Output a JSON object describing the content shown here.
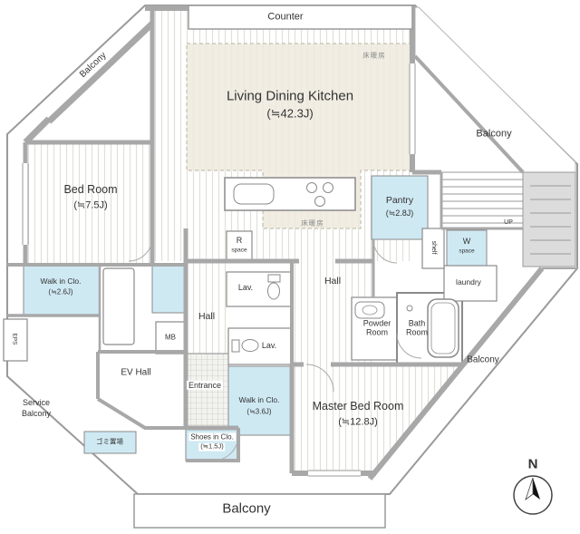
{
  "rooms": {
    "counter": {
      "label": "Counter"
    },
    "ldk": {
      "label": "Living  Dining Kitchen",
      "size": "(≒42.3J)"
    },
    "bedroom": {
      "label": "Bed Room",
      "size": "(≒7.5J)"
    },
    "master": {
      "label": "Master Bed Room",
      "size": "(≒12.8J)"
    },
    "pantry": {
      "label": "Pantry",
      "size": "(≒2.8J)"
    },
    "wic_upper": {
      "label": "Walk in Clo.",
      "size": "(≒2.6J)"
    },
    "wic_lower": {
      "label": "Walk in Clo.",
      "size": "(≒3.6J)"
    },
    "shoes_clo": {
      "label": "Shoes in Clo.",
      "size": "(≒1.5J)"
    },
    "powder": {
      "line1": "Powder",
      "line2": "Room"
    },
    "bath": {
      "line1": "Bath",
      "line2": "Room"
    },
    "hall_left": {
      "label": "Hall"
    },
    "hall_right": {
      "label": "Hall"
    },
    "lav_upper": {
      "label": "Lav."
    },
    "lav_lower": {
      "label": "Lav."
    },
    "ev_hall": {
      "label": "EV Hall"
    },
    "entrance": {
      "label": "Entrance"
    },
    "laundry": {
      "label": "laundry"
    },
    "mb": {
      "label": "MB"
    },
    "eps": {
      "label": "EPS"
    },
    "r_space": {
      "line1": "R",
      "line2": "space"
    },
    "w_space": {
      "line1": "W",
      "line2": "space"
    },
    "shelf": {
      "label": "shelf"
    },
    "garbage": {
      "label": "ゴミ置場"
    }
  },
  "balconies": {
    "top_left": "Balcony",
    "right": "Balcony",
    "bottom_right": "Balcony",
    "bottom": "Balcony",
    "service_line1": "Service",
    "service_line2": "Balcony"
  },
  "annotations": {
    "floor_heating_top": "床暖房",
    "floor_heating_mid": "床暖房",
    "up": "UP",
    "compass": "N"
  },
  "colors": {
    "wall": "#a8a8a8",
    "closet_blue": "#cfe9f3",
    "floor_heating_beige": "#eeeade",
    "stripe": "#e0e0da"
  }
}
